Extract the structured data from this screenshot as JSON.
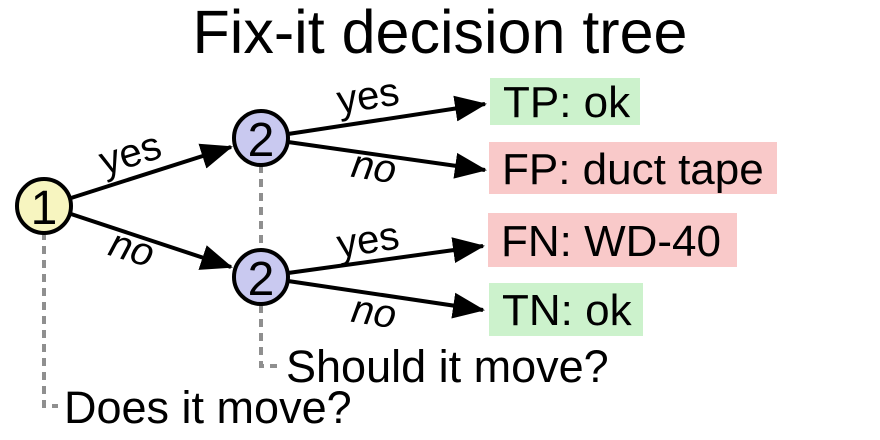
{
  "title": "Fix-it decision tree",
  "nodes": {
    "root": {
      "label": "1",
      "question": "Does it move?"
    },
    "second": {
      "label": "2",
      "question": "Should it move?"
    }
  },
  "edge_labels": {
    "yes": "yes",
    "no": "no"
  },
  "leaves": [
    {
      "code": "TP",
      "label": "TP: ok",
      "outcome": "good"
    },
    {
      "code": "FP",
      "label": "FP: duct tape",
      "outcome": "bad"
    },
    {
      "code": "FN",
      "label": "FN: WD-40",
      "outcome": "bad"
    },
    {
      "code": "TN",
      "label": "TN: ok",
      "outcome": "good"
    }
  ],
  "colors": {
    "root_node_fill": "#f7f5c0",
    "second_node_fill": "#c9c9f0",
    "good_leaf_fill": "#ccf2cc",
    "bad_leaf_fill": "#f9c9c9",
    "connector_gray": "#8f8f8f"
  }
}
